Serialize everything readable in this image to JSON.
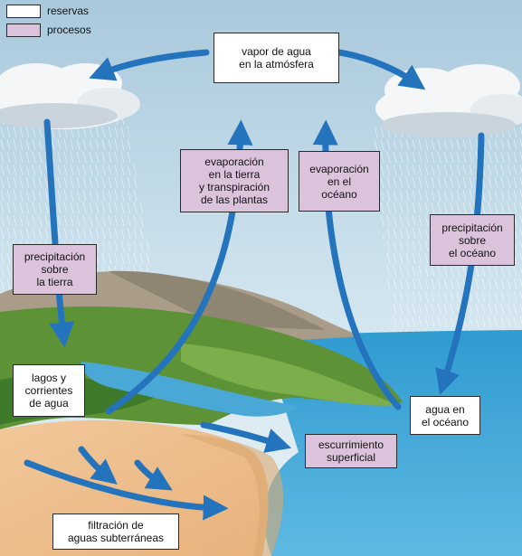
{
  "legend": [
    {
      "label": "reservas",
      "kind": "reservoir"
    },
    {
      "label": "procesos",
      "kind": "process"
    }
  ],
  "colors": {
    "reservoir": "#ffffff",
    "process": "#dcc3dc",
    "arrow": "#2473bd",
    "sky": "#cfe3ee",
    "ocean": "#3fa6d6",
    "land": "#5d8f34",
    "sand": "#efc191",
    "mountain": "#a79a86"
  },
  "boxes": {
    "vapor": "vapor de agua\nen la atmósfera",
    "evap_land": "evaporación\nen la tierra\ny transpiración\nde las plantas",
    "evap_ocean": "evaporación\nen el\nocéano",
    "precip_land": "precipitación\nsobre\nla tierra",
    "precip_ocean": "precipitación\nsobre\nel océano",
    "lakes": "lagos y\ncorrientes\nde agua",
    "ocean_water": "agua en\nel océano",
    "runoff": "escurrimiento\nsuperficial",
    "groundwater": "filtración de\naguas subterráneas"
  }
}
